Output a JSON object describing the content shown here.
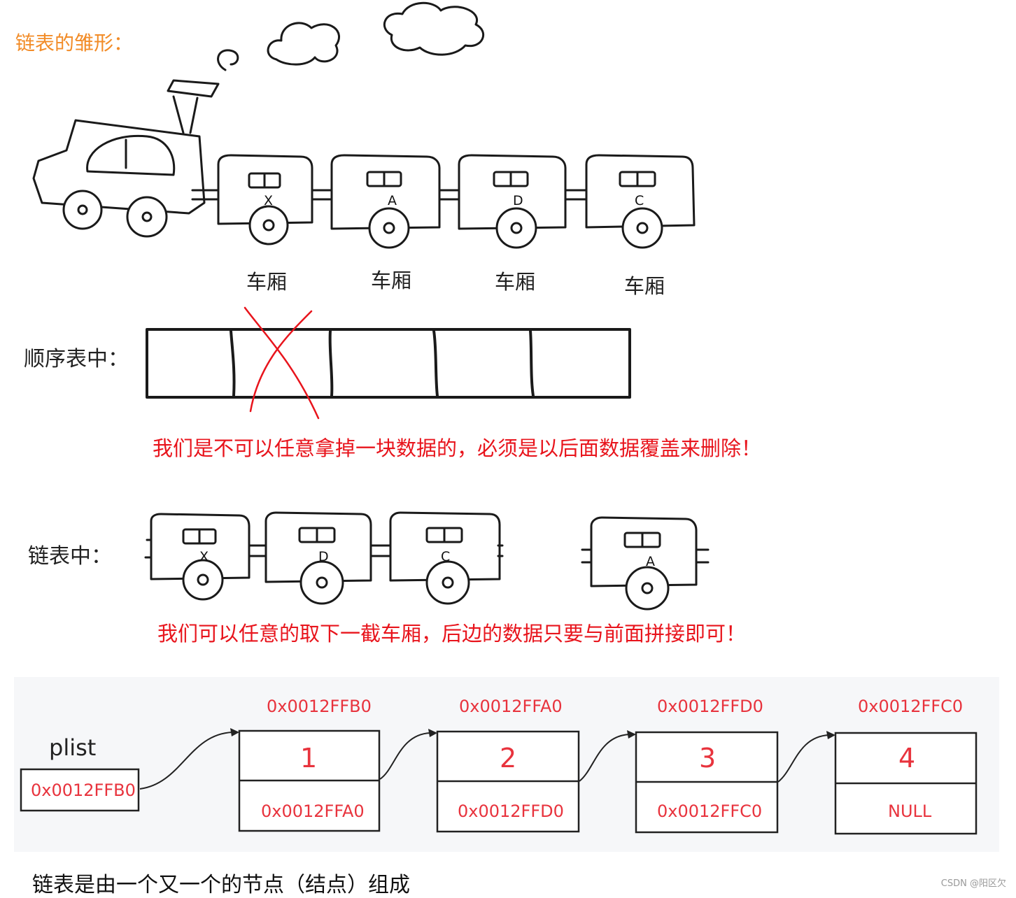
{
  "heading": "链表的雏形：",
  "train": {
    "cars": [
      {
        "letter": "X",
        "label": "车厢"
      },
      {
        "letter": "A",
        "label": "车厢"
      },
      {
        "letter": "D",
        "label": "车厢"
      },
      {
        "letter": "C",
        "label": "车厢"
      }
    ]
  },
  "sequential": {
    "label": "顺序表中：",
    "note": "我们是不可以任意拿掉一块数据的，必须是以后面数据覆盖来删除！"
  },
  "linked": {
    "label": "链表中：",
    "cars": [
      "X",
      "D",
      "C",
      "A"
    ],
    "note": "我们可以任意的取下一截车厢，后边的数据只要与前面拼接即可！"
  },
  "diagram": {
    "pointer_name": "plist",
    "pointer_value": "0x0012FFB0",
    "nodes": [
      {
        "address": "0x0012FFB0",
        "data": "1",
        "next": "0x0012FFA0"
      },
      {
        "address": "0x0012FFA0",
        "data": "2",
        "next": "0x0012FFD0"
      },
      {
        "address": "0x0012FFD0",
        "data": "3",
        "next": "0x0012FFC0"
      },
      {
        "address": "0x0012FFC0",
        "data": "4",
        "next": "NULL"
      }
    ]
  },
  "footer": "链表是由一个又一个的节点（结点）组成",
  "watermark": "CSDN @阳区欠",
  "colors": {
    "heading": "#f28c28",
    "note": "#e8141c",
    "node_text": "#e8333d",
    "diagram_bg": "#f6f7f9"
  }
}
